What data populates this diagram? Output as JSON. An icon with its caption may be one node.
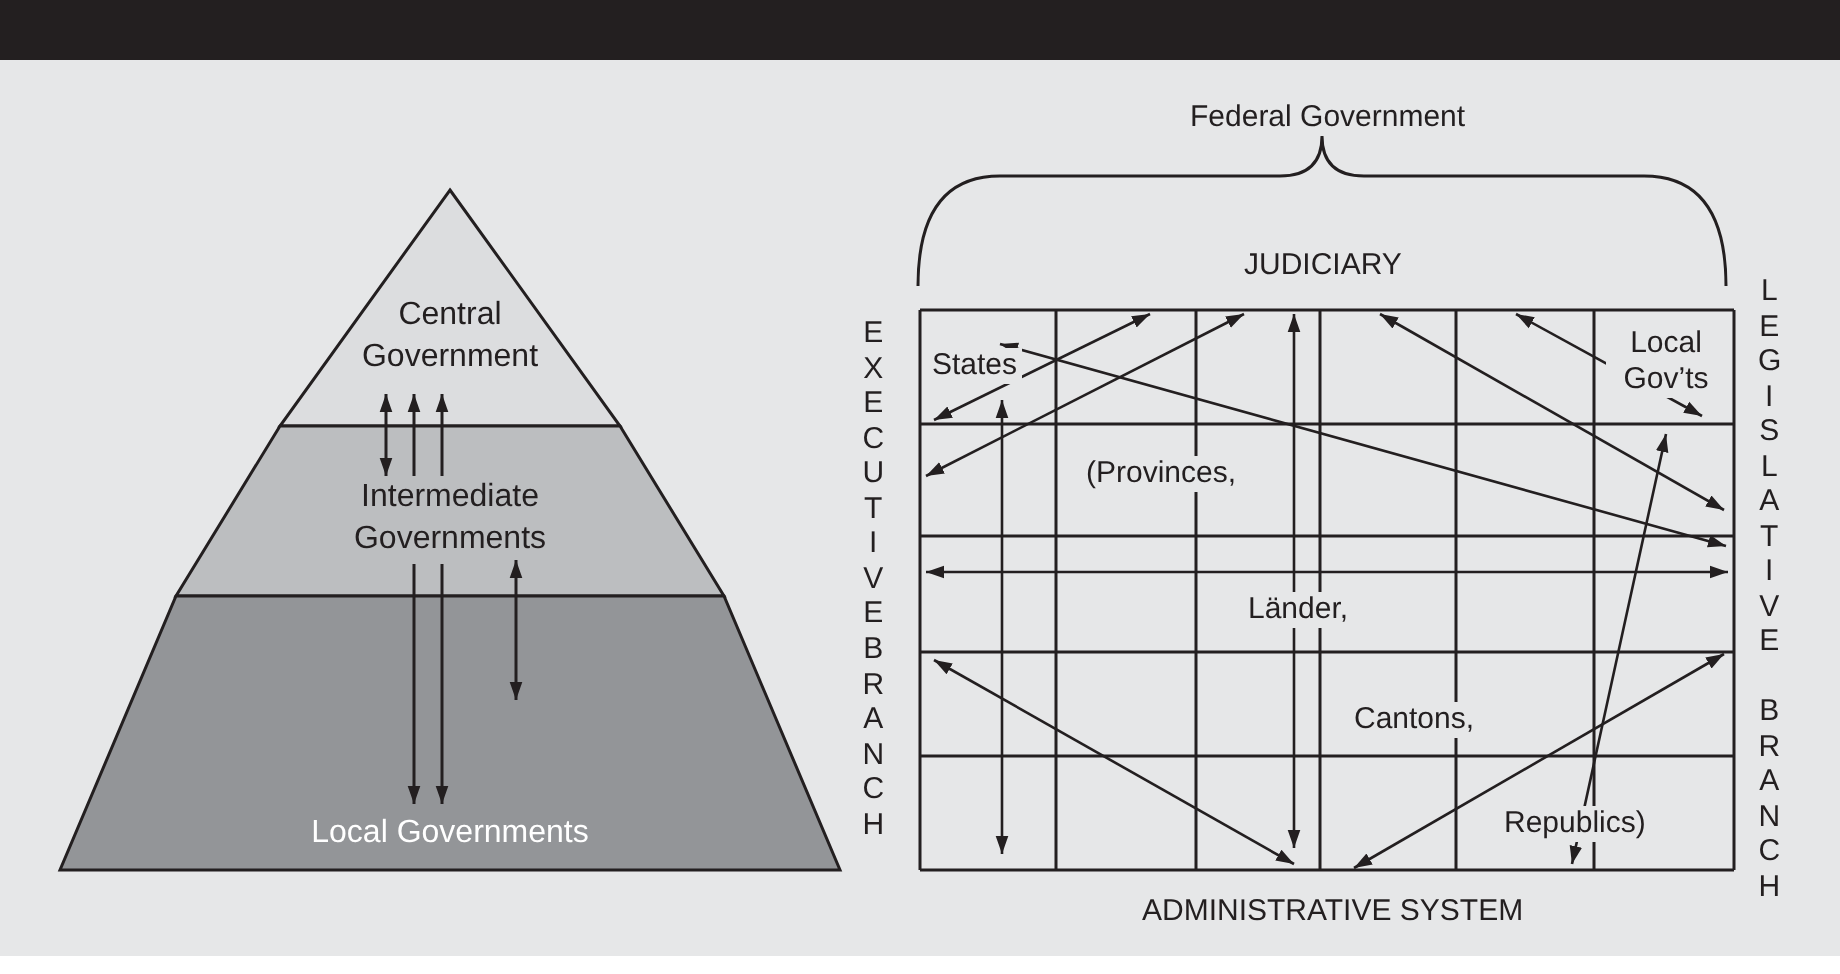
{
  "diagram": {
    "nodes": [
      {
        "text": [
          "Central Government"
        ]
      },
      {
        "text": [
          "Intermediate Governments"
        ]
      },
      {
        "text": [
          "Local Governments"
        ]
      }
    ],
    "edges": [
      {
        "from": 1,
        "to": 0,
        "arrow": "both"
      },
      {
        "from": 1,
        "to": 0,
        "arrow": "to"
      },
      {
        "from": 1,
        "to": 0,
        "arrow": "to"
      },
      {
        "from": 1,
        "to": 2,
        "arrow": "to"
      },
      {
        "from": 1,
        "to": 2,
        "arrow": "to"
      },
      {
        "from": 1,
        "to": 2,
        "arrow": "both"
      }
    ],
    "labels": [
      "Federal Government",
      "JUDICIARY",
      "EXECUTIVE",
      "BRANCH",
      "LEGISLATIVE",
      "BRANCH",
      "States",
      "Local Gov’ts",
      "(Provinces,",
      "Länder,",
      "Cantons,",
      "Republics)",
      "ADMINISTRATIVE SYSTEM"
    ]
  }
}
